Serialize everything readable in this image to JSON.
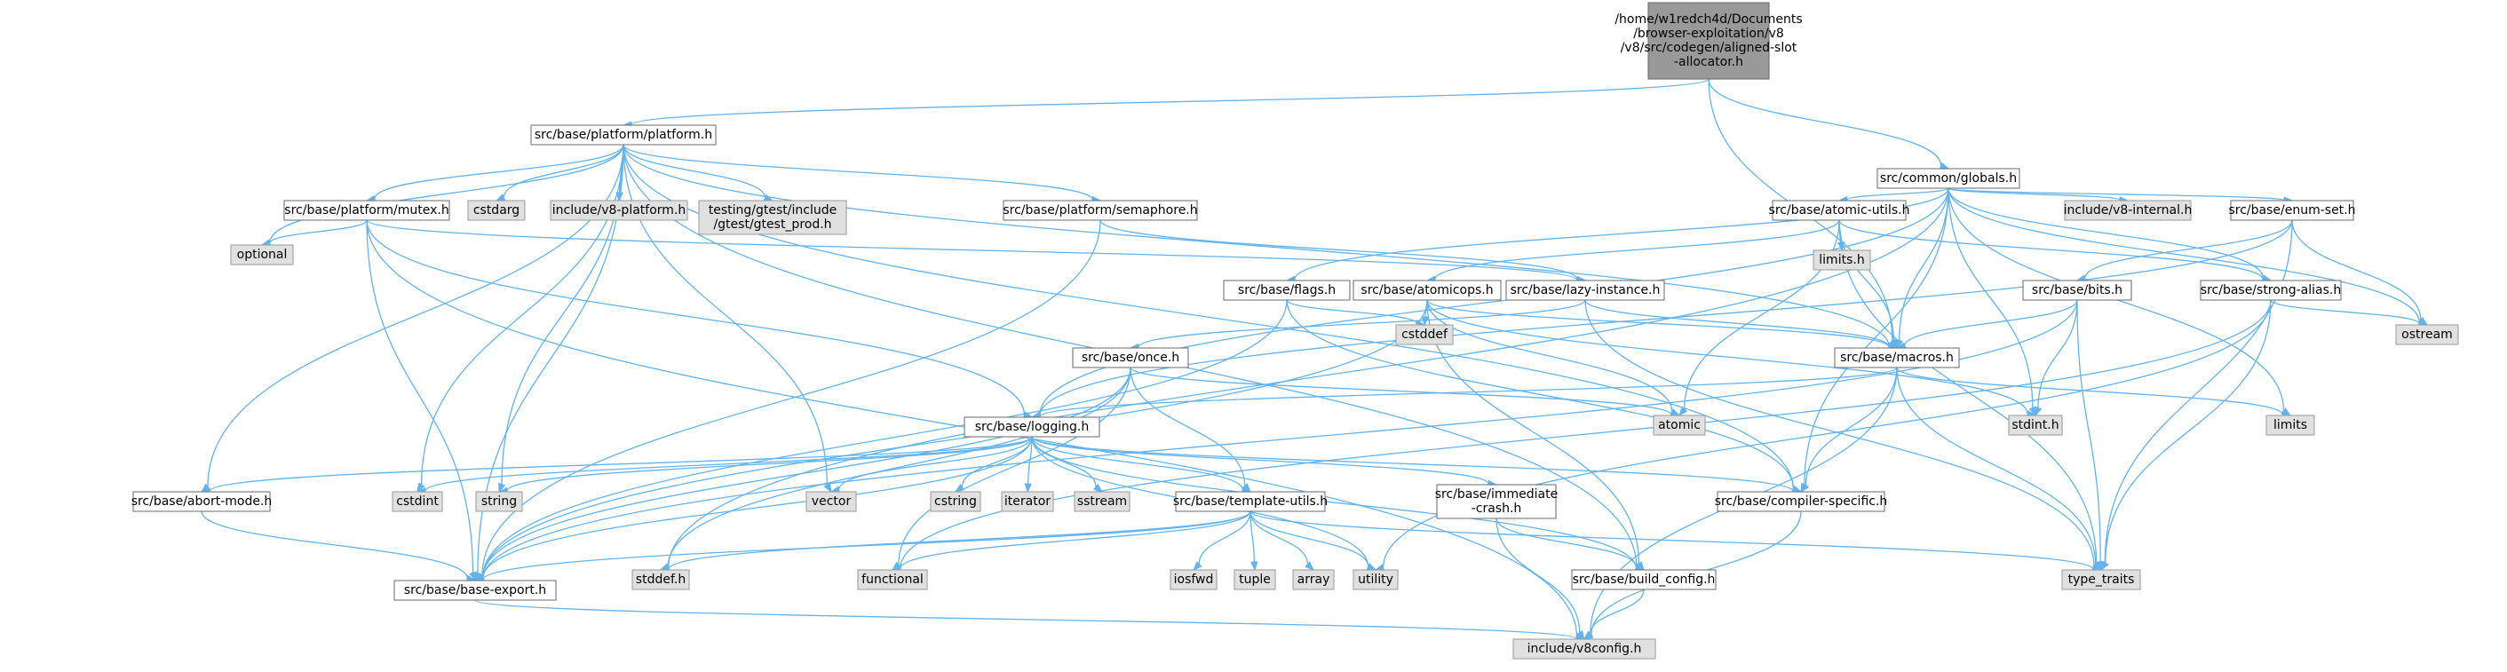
{
  "graph": {
    "nodes": [
      {
        "id": "root",
        "lines": [
          "/home/w1redch4d/Documents",
          "/browser-exploitation/v8",
          "/v8/src/codegen/aligned-slot",
          "-allocator.h"
        ],
        "style": "root"
      },
      {
        "id": "platform",
        "lines": [
          "src/base/platform/platform.h"
        ],
        "style": "white"
      },
      {
        "id": "globals",
        "lines": [
          "src/common/globals.h"
        ],
        "style": "white"
      },
      {
        "id": "mutex",
        "lines": [
          "src/base/platform/mutex.h"
        ],
        "style": "white"
      },
      {
        "id": "cstdarg",
        "lines": [
          "cstdarg"
        ],
        "style": "gray"
      },
      {
        "id": "v8platform",
        "lines": [
          "include/v8-platform.h"
        ],
        "style": "gray"
      },
      {
        "id": "gtest",
        "lines": [
          "testing/gtest/include",
          "/gtest/gtest_prod.h"
        ],
        "style": "gray"
      },
      {
        "id": "semaphore",
        "lines": [
          "src/base/platform/semaphore.h"
        ],
        "style": "white"
      },
      {
        "id": "optional",
        "lines": [
          "optional"
        ],
        "style": "gray"
      },
      {
        "id": "atomicutils",
        "lines": [
          "src/base/atomic-utils.h"
        ],
        "style": "white"
      },
      {
        "id": "v8internal",
        "lines": [
          "include/v8-internal.h"
        ],
        "style": "gray"
      },
      {
        "id": "enumset",
        "lines": [
          "src/base/enum-set.h"
        ],
        "style": "white"
      },
      {
        "id": "limitsh",
        "lines": [
          "limits.h"
        ],
        "style": "gray"
      },
      {
        "id": "flags",
        "lines": [
          "src/base/flags.h"
        ],
        "style": "white"
      },
      {
        "id": "atomicops",
        "lines": [
          "src/base/atomicops.h"
        ],
        "style": "white"
      },
      {
        "id": "lazy",
        "lines": [
          "src/base/lazy-instance.h"
        ],
        "style": "white"
      },
      {
        "id": "bits",
        "lines": [
          "src/base/bits.h"
        ],
        "style": "white"
      },
      {
        "id": "strongalias",
        "lines": [
          "src/base/strong-alias.h"
        ],
        "style": "white"
      },
      {
        "id": "cstddef",
        "lines": [
          "cstddef"
        ],
        "style": "gray"
      },
      {
        "id": "ostream",
        "lines": [
          "ostream"
        ],
        "style": "gray"
      },
      {
        "id": "once",
        "lines": [
          "src/base/once.h"
        ],
        "style": "white"
      },
      {
        "id": "macros",
        "lines": [
          "src/base/macros.h"
        ],
        "style": "white"
      },
      {
        "id": "atomic",
        "lines": [
          "atomic"
        ],
        "style": "gray"
      },
      {
        "id": "stdinth",
        "lines": [
          "stdint.h"
        ],
        "style": "gray"
      },
      {
        "id": "limits",
        "lines": [
          "limits"
        ],
        "style": "gray"
      },
      {
        "id": "logging",
        "lines": [
          "src/base/logging.h"
        ],
        "style": "white"
      },
      {
        "id": "abortmode",
        "lines": [
          "src/base/abort-mode.h"
        ],
        "style": "white"
      },
      {
        "id": "cstdint",
        "lines": [
          "cstdint"
        ],
        "style": "gray"
      },
      {
        "id": "string",
        "lines": [
          "string"
        ],
        "style": "gray"
      },
      {
        "id": "vector",
        "lines": [
          "vector"
        ],
        "style": "gray"
      },
      {
        "id": "cstring",
        "lines": [
          "cstring"
        ],
        "style": "gray"
      },
      {
        "id": "iterator",
        "lines": [
          "iterator"
        ],
        "style": "gray"
      },
      {
        "id": "sstream",
        "lines": [
          "sstream"
        ],
        "style": "gray"
      },
      {
        "id": "templateutils",
        "lines": [
          "src/base/template-utils.h"
        ],
        "style": "white"
      },
      {
        "id": "immediate",
        "lines": [
          "src/base/immediate",
          "-crash.h"
        ],
        "style": "white"
      },
      {
        "id": "compiler",
        "lines": [
          "src/base/compiler-specific.h"
        ],
        "style": "white"
      },
      {
        "id": "baseexport",
        "lines": [
          "src/base/base-export.h"
        ],
        "style": "white"
      },
      {
        "id": "stddefh",
        "lines": [
          "stddef.h"
        ],
        "style": "gray"
      },
      {
        "id": "functional",
        "lines": [
          "functional"
        ],
        "style": "gray"
      },
      {
        "id": "iosfwd",
        "lines": [
          "iosfwd"
        ],
        "style": "gray"
      },
      {
        "id": "tuple",
        "lines": [
          "tuple"
        ],
        "style": "gray"
      },
      {
        "id": "array",
        "lines": [
          "array"
        ],
        "style": "gray"
      },
      {
        "id": "utility",
        "lines": [
          "utility"
        ],
        "style": "gray"
      },
      {
        "id": "buildconfig",
        "lines": [
          "src/base/build_config.h"
        ],
        "style": "white"
      },
      {
        "id": "typetraits",
        "lines": [
          "type_traits"
        ],
        "style": "gray"
      },
      {
        "id": "v8config",
        "lines": [
          "include/v8config.h"
        ],
        "style": "gray"
      }
    ],
    "edges": [
      [
        "root",
        "platform"
      ],
      [
        "root",
        "globals"
      ],
      [
        "root",
        "macros"
      ],
      [
        "platform",
        "mutex"
      ],
      [
        "platform",
        "cstdarg"
      ],
      [
        "platform",
        "v8platform"
      ],
      [
        "platform",
        "gtest"
      ],
      [
        "platform",
        "semaphore"
      ],
      [
        "platform",
        "optional"
      ],
      [
        "platform",
        "baseexport"
      ],
      [
        "platform",
        "abortmode"
      ],
      [
        "platform",
        "cstdint"
      ],
      [
        "platform",
        "string"
      ],
      [
        "platform",
        "vector"
      ],
      [
        "platform",
        "macros"
      ],
      [
        "platform",
        "compiler"
      ],
      [
        "platform",
        "buildconfig"
      ],
      [
        "mutex",
        "optional"
      ],
      [
        "mutex",
        "baseexport"
      ],
      [
        "mutex",
        "logging"
      ],
      [
        "mutex",
        "lazy"
      ],
      [
        "mutex",
        "v8config"
      ],
      [
        "semaphore",
        "baseexport"
      ],
      [
        "semaphore",
        "lazy"
      ],
      [
        "globals",
        "atomicutils"
      ],
      [
        "globals",
        "v8internal"
      ],
      [
        "globals",
        "enumset"
      ],
      [
        "globals",
        "flags"
      ],
      [
        "globals",
        "strongalias"
      ],
      [
        "globals",
        "macros"
      ],
      [
        "globals",
        "logging"
      ],
      [
        "globals",
        "ostream"
      ],
      [
        "globals",
        "stdinth"
      ],
      [
        "globals",
        "limits"
      ],
      [
        "globals",
        "stddefh"
      ],
      [
        "globals",
        "compiler"
      ],
      [
        "atomicutils",
        "limitsh"
      ],
      [
        "atomicutils",
        "atomicops"
      ],
      [
        "atomicutils",
        "macros"
      ],
      [
        "atomicutils",
        "atomic"
      ],
      [
        "atomicutils",
        "typetraits"
      ],
      [
        "atomicutils",
        "strongalias"
      ],
      [
        "enumset",
        "bits"
      ],
      [
        "enumset",
        "ostream"
      ],
      [
        "enumset",
        "typetraits"
      ],
      [
        "enumset",
        "logging"
      ],
      [
        "flags",
        "cstddef"
      ],
      [
        "flags",
        "baseexport"
      ],
      [
        "flags",
        "compiler"
      ],
      [
        "atomicops",
        "cstddef"
      ],
      [
        "atomicops",
        "atomic"
      ],
      [
        "atomicops",
        "stdinth"
      ],
      [
        "atomicops",
        "macros"
      ],
      [
        "atomicops",
        "baseexport"
      ],
      [
        "atomicops",
        "buildconfig"
      ],
      [
        "lazy",
        "macros"
      ],
      [
        "lazy",
        "once"
      ],
      [
        "lazy",
        "typetraits"
      ],
      [
        "bits",
        "macros"
      ],
      [
        "bits",
        "stdinth"
      ],
      [
        "bits",
        "typetraits"
      ],
      [
        "bits",
        "baseexport"
      ],
      [
        "strongalias",
        "ostream"
      ],
      [
        "strongalias",
        "typetraits"
      ],
      [
        "strongalias",
        "utility"
      ],
      [
        "strongalias",
        "functional"
      ],
      [
        "once",
        "atomic"
      ],
      [
        "once",
        "stddefh"
      ],
      [
        "once",
        "functional"
      ],
      [
        "once",
        "templateutils"
      ],
      [
        "once",
        "baseexport"
      ],
      [
        "macros",
        "logging"
      ],
      [
        "macros",
        "limits"
      ],
      [
        "macros",
        "compiler"
      ],
      [
        "macros",
        "typetraits"
      ],
      [
        "macros",
        "v8config"
      ],
      [
        "logging",
        "abortmode"
      ],
      [
        "logging",
        "cstdint"
      ],
      [
        "logging",
        "string"
      ],
      [
        "logging",
        "vector"
      ],
      [
        "logging",
        "cstring"
      ],
      [
        "logging",
        "iterator"
      ],
      [
        "logging",
        "sstream"
      ],
      [
        "logging",
        "templateutils"
      ],
      [
        "logging",
        "immediate"
      ],
      [
        "logging",
        "compiler"
      ],
      [
        "logging",
        "baseexport"
      ],
      [
        "logging",
        "buildconfig"
      ],
      [
        "logging",
        "utility"
      ],
      [
        "abortmode",
        "baseexport"
      ],
      [
        "templateutils",
        "baseexport"
      ],
      [
        "templateutils",
        "stddefh"
      ],
      [
        "templateutils",
        "functional"
      ],
      [
        "templateutils",
        "iosfwd"
      ],
      [
        "templateutils",
        "tuple"
      ],
      [
        "templateutils",
        "array"
      ],
      [
        "templateutils",
        "utility"
      ],
      [
        "templateutils",
        "typetraits"
      ],
      [
        "immediate",
        "buildconfig"
      ],
      [
        "immediate",
        "v8config"
      ],
      [
        "compiler",
        "v8config"
      ],
      [
        "buildconfig",
        "v8config"
      ],
      [
        "baseexport",
        "v8config"
      ]
    ]
  }
}
